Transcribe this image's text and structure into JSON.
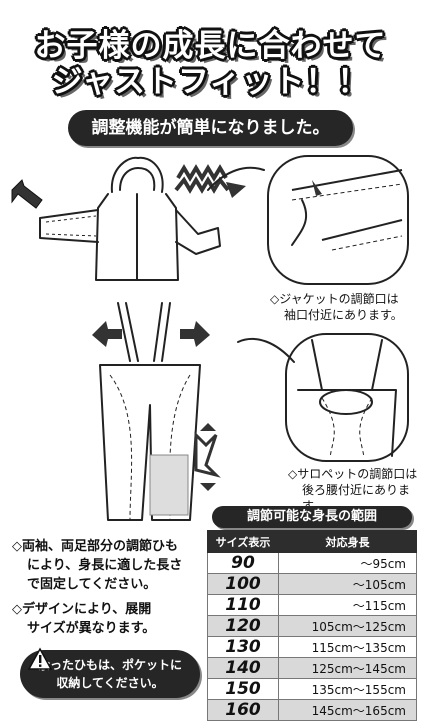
{
  "title_line1": "お子様の成長に合わせて",
  "title_line2": "ジャストフィット！！",
  "banner": "調整機能が簡単になりました。",
  "jacket_note": [
    "◇ジャケットの調節口は",
    "袖口付近にあります。"
  ],
  "pants_note": [
    "◇サロペットの調節口は",
    "後ろ腰付近にあります。"
  ],
  "left_notes": [
    [
      "◇両袖、両足部分の調節ひも",
      "により、身長に適した長さ",
      "で固定してください。"
    ],
    [
      "◇デザインにより、展開",
      "サイズが異なります。"
    ]
  ],
  "warning": [
    "余ったひもは、ポケットに",
    "収納してください。"
  ],
  "range_title": "調節可能な身長の範囲",
  "table": {
    "headers": [
      "サイズ表示",
      "対応身長"
    ],
    "rows": [
      {
        "size": "90",
        "height": "～95cm"
      },
      {
        "size": "100",
        "height": "～105cm"
      },
      {
        "size": "110",
        "height": "～115cm"
      },
      {
        "size": "120",
        "height": "105cm～125cm"
      },
      {
        "size": "130",
        "height": "115cm～135cm"
      },
      {
        "size": "140",
        "height": "125cm～145cm"
      },
      {
        "size": "150",
        "height": "135cm～155cm"
      },
      {
        "size": "160",
        "height": "145cm～165cm"
      }
    ]
  },
  "colors": {
    "dark": "#262626",
    "row_shade": "#d9d9d9"
  }
}
